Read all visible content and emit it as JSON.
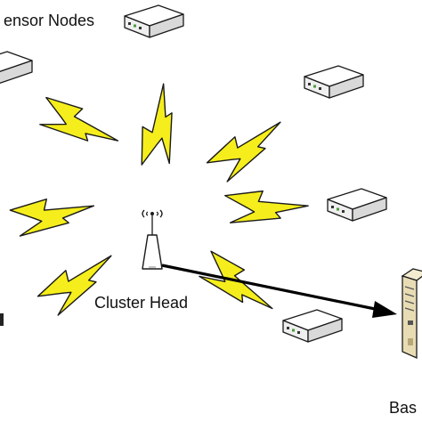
{
  "labels": {
    "sensor_nodes": "ensor Nodes",
    "cluster_head": "Cluster Head",
    "base_station": "Bas"
  },
  "colors": {
    "lightning_fill": "#f5ee1c",
    "outline": "#1a1a1a",
    "device_top": "#ffffff",
    "device_front": "#d9d9d9",
    "server_body": "#e8dcb4",
    "link_arrow": "#000000"
  },
  "icons": {
    "sensor_node": "network-device-icon",
    "cluster_head": "wireless-antenna-icon",
    "base_station": "server-tower-icon",
    "wireless_link": "lightning-bolt-icon"
  }
}
